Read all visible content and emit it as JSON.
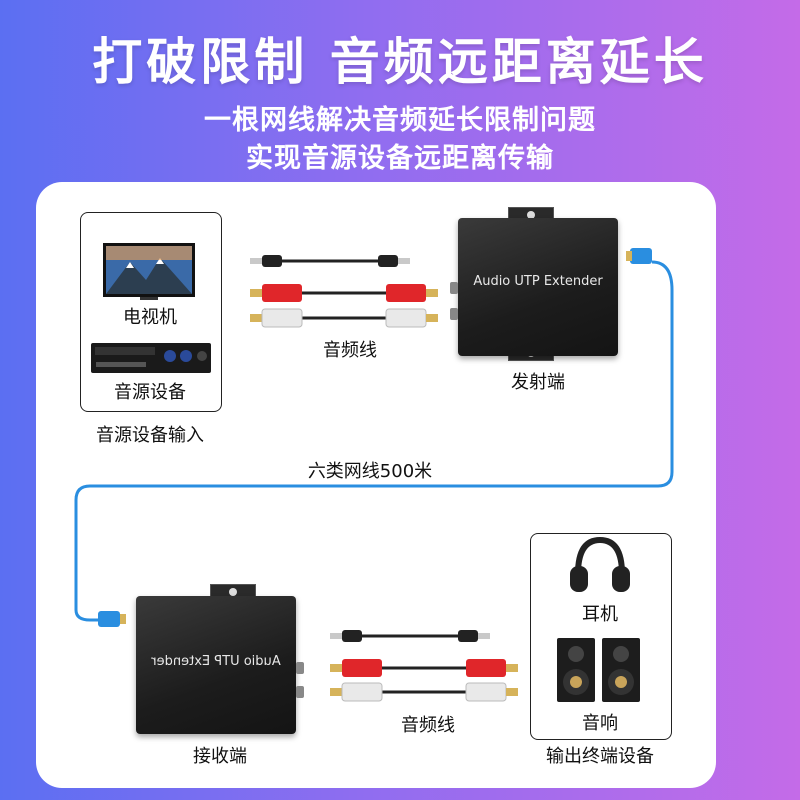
{
  "headline": "打破限制 音频远距离延长",
  "subline1": "一根网线解决音频延长限制问题",
  "subline2": "实现音源设备远距离传输",
  "labels": {
    "tv": "电视机",
    "source_device": "音源设备",
    "source_input": "音源设备输入",
    "audio_cable_top": "音频线",
    "transmitter": "发射端",
    "cable": "六类网线500米",
    "receiver": "接收端",
    "audio_cable_bottom": "音频线",
    "headphones": "耳机",
    "speakers": "音响",
    "output_devices": "输出终端设备"
  },
  "device_text": "Audio UTP Extender",
  "colors": {
    "cable_blue": "#2a8ee0",
    "rca_red": "#e0262a",
    "rca_white": "#e9e9e9",
    "gold": "#d6b35a"
  }
}
